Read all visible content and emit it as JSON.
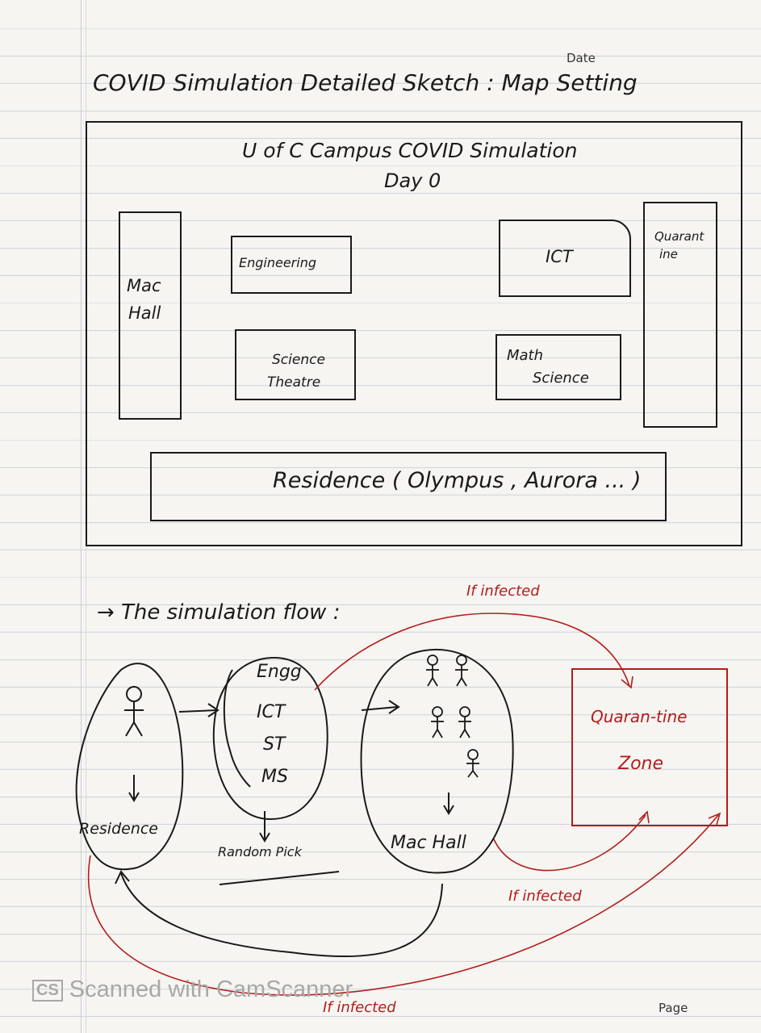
{
  "header": {
    "date_label": "Date",
    "page_label": "Page"
  },
  "title": "COVID Simulation Detailed Sketch : Map Setting",
  "map": {
    "heading": "U of C Campus COVID Simulation",
    "day": "Day 0",
    "buildings": {
      "mac_hall": [
        "Mac",
        "Hall"
      ],
      "engineering": "Engineering",
      "ict": "ICT",
      "quarantine": [
        "Quarant",
        "ine"
      ],
      "science_theatre": [
        "Science",
        "Theatre"
      ],
      "math_science": [
        "Math",
        "Science"
      ],
      "residence": "Residence ( Olympus , Aurora ... )"
    }
  },
  "flow": {
    "heading": "→ The simulation flow :",
    "residence_label": "Residence",
    "building_list": [
      "Engg",
      "ICT",
      "ST",
      "MS"
    ],
    "random_pick": "Random Pick",
    "mac_hall_label": "Mac Hall",
    "quarantine_zone": [
      "Quaran-tine",
      "Zone"
    ],
    "if_infected_labels": [
      "If infected",
      "If infected",
      "If infected"
    ]
  },
  "watermark": {
    "badge": "CS",
    "text": "Scanned with CamScanner"
  },
  "colors": {
    "ink": "#1a1a1a",
    "red_ink": "#b21d1d",
    "paper": "#f6f5f1",
    "rule": "#cfd4dc"
  }
}
